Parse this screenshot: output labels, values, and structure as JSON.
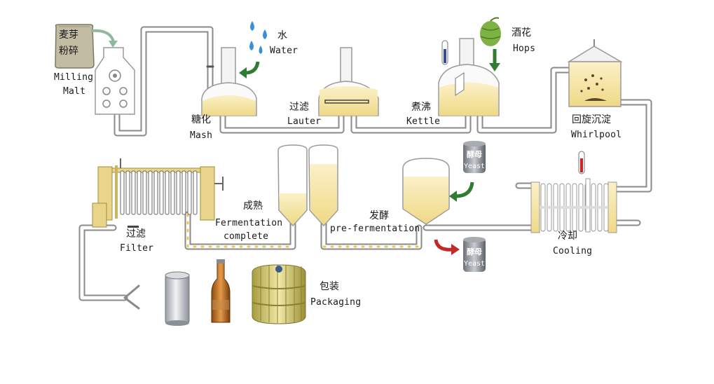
{
  "steps": {
    "milling": {
      "zh": "麦芽\n粉碎",
      "zh_line1": "麦芽",
      "zh_line2": "粉碎",
      "en_line1": "Milling",
      "en_line2": "Malt"
    },
    "water": {
      "zh": "水",
      "en": "Water"
    },
    "mash": {
      "zh": "糖化",
      "en": "Mash"
    },
    "lauter": {
      "zh": "过滤",
      "en": "Lauter"
    },
    "kettle": {
      "zh": "煮沸",
      "en": "Kettle"
    },
    "hops": {
      "zh": "酒花",
      "en": "Hops"
    },
    "whirlpool": {
      "zh": "回旋沉淀",
      "en": "Whirlpool"
    },
    "cooling": {
      "zh": "冷却",
      "en": "Cooling"
    },
    "yeast_in": {
      "zh": "酵母",
      "en": "Yeast"
    },
    "yeast_out": {
      "zh": "酵母",
      "en": "Yeast"
    },
    "pre_fermentation": {
      "zh": "发酵",
      "en": "pre-fermentation"
    },
    "fermentation_complete": {
      "zh": "成熟",
      "en_line1": "Fermentation",
      "en_line2": "complete"
    },
    "filter": {
      "zh": "过滤",
      "en": "Filter"
    },
    "packaging": {
      "zh": "包装",
      "en": "Packaging"
    }
  },
  "colors": {
    "pipe": "#8a8a8a",
    "beer": "#f6e8b8",
    "wort": "#f0d889",
    "arrow_green": "#2e7d32",
    "arrow_red": "#c62828",
    "hops": "#7cb342",
    "water": "#3a8fd6",
    "filter_wood": "#e8d58a",
    "bottle": "#c8772a",
    "keg": "#d9cf7a",
    "can": "#b8bcc4"
  },
  "icons": [
    "malt-sack-icon",
    "water-drops-icon",
    "hops-icon",
    "thermometer-icon",
    "yeast-can-icon",
    "can-icon",
    "bottle-icon",
    "keg-icon"
  ]
}
